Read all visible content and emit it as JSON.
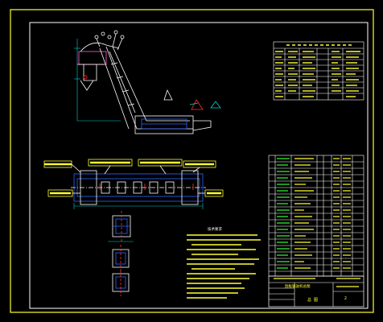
{
  "viewer": {
    "background": "#000000"
  },
  "sheet": {
    "title_block": {
      "title": "总 图",
      "name": "刮板输送机总图",
      "mark": "2"
    },
    "notes_heading": "技术要求"
  },
  "colors": {
    "frame": "#ffff33",
    "drawing": "#ffffff",
    "accent": "#3366ff",
    "dimension": "#00d2d2",
    "highlight": "#ff3333",
    "table_green": "#33ff33"
  }
}
